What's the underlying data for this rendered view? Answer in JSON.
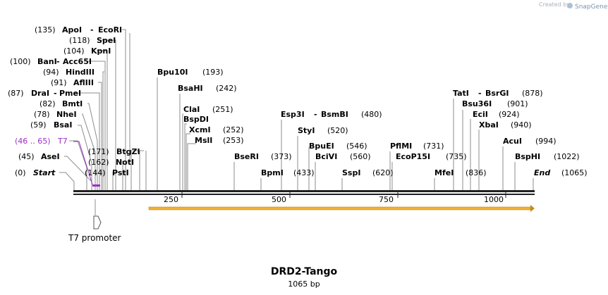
{
  "credit": {
    "prefix": "Created by",
    "brand": "SnapGene"
  },
  "title": "DRD2-Tango",
  "subtitle": "1065 bp",
  "sequence": {
    "length": 1065,
    "start_label": "Start",
    "end_label": "End"
  },
  "ruler_ticks": [
    "250",
    "500",
    "750",
    "1000"
  ],
  "colors": {
    "feature_purple": "#9b30c8",
    "orf_orange": "#f0b030",
    "line_gray": "#8c8c8c"
  },
  "sites": [
    {
      "name": "Start",
      "pos": "(0)",
      "italic": true
    },
    {
      "name": "AseI",
      "pos": "(45)"
    },
    {
      "name": "T7",
      "pos": "(46 .. 65)",
      "feature": true
    },
    {
      "name": "BsaI",
      "pos": "(59)"
    },
    {
      "name": "NheI",
      "pos": "(78)"
    },
    {
      "name": "BmtI",
      "pos": "(82)"
    },
    {
      "name": "DraI",
      "name2": "PmeI",
      "pos": "(87)"
    },
    {
      "name": "AflIII",
      "pos": "(91)"
    },
    {
      "name": "HindIII",
      "pos": "(94)"
    },
    {
      "name": "BanI",
      "name2": "Acc65I",
      "pos": "(100)"
    },
    {
      "name": "KpnI",
      "pos": "(104)"
    },
    {
      "name": "SpeI",
      "pos": "(118)"
    },
    {
      "name": "ApoI",
      "name2": "EcoRI",
      "pos": "(135)"
    },
    {
      "name": "PstI",
      "pos": "(144)"
    },
    {
      "name": "NotI",
      "pos": "(162)"
    },
    {
      "name": "BtgZI",
      "pos": "(171)"
    },
    {
      "name": "Bpu10I",
      "pos": "(193)"
    },
    {
      "name": "BsaHI",
      "pos": "(242)"
    },
    {
      "name": "ClaI",
      "pos": "(251)"
    },
    {
      "name": "BspDI",
      "pos": ""
    },
    {
      "name": "XcmI",
      "pos": "(252)"
    },
    {
      "name": "MslI",
      "pos": "(253)"
    },
    {
      "name": "BseRI",
      "pos": "(373)"
    },
    {
      "name": "BpmI",
      "pos": "(433)"
    },
    {
      "name": "Esp3I",
      "name2": "BsmBI",
      "pos": "(480)"
    },
    {
      "name": "StyI",
      "pos": "(520)"
    },
    {
      "name": "BpuEI",
      "pos": "(546)"
    },
    {
      "name": "BciVI",
      "pos": "(560)"
    },
    {
      "name": "SspI",
      "pos": "(620)"
    },
    {
      "name": "PflMI",
      "pos": "(731)"
    },
    {
      "name": "EcoP15I",
      "pos": "(735)"
    },
    {
      "name": "MfeI",
      "pos": "(836)"
    },
    {
      "name": "TatI",
      "name2": "BsrGI",
      "pos": "(878)"
    },
    {
      "name": "Bsu36I",
      "pos": "(901)"
    },
    {
      "name": "EciI",
      "pos": "(924)"
    },
    {
      "name": "XbaI",
      "pos": "(940)"
    },
    {
      "name": "AcuI",
      "pos": "(994)"
    },
    {
      "name": "BspHI",
      "pos": "(1022)"
    },
    {
      "name": "End",
      "pos": "(1065)",
      "italic": true
    }
  ],
  "features": [
    {
      "name": "T7 promoter",
      "type": "promoter"
    }
  ]
}
